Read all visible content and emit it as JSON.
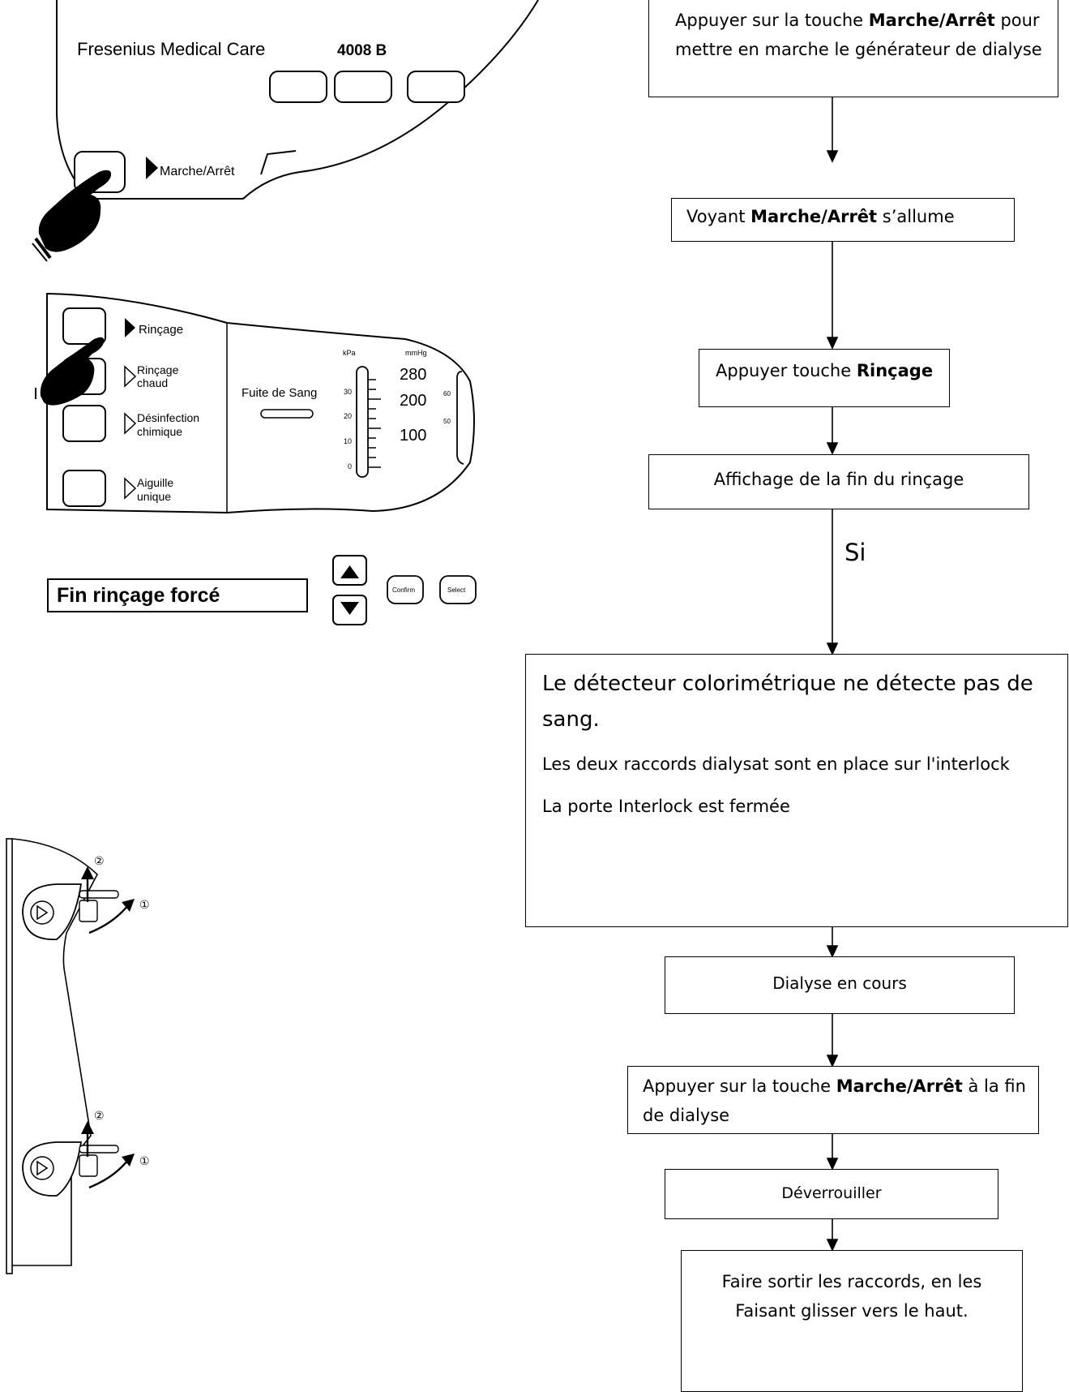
{
  "panel_power": {
    "brand": "Fresenius Medical Care",
    "model": "4008 B",
    "power_label": "Marche/Arrêt"
  },
  "panel_rinse": {
    "rinse": "Rinçage",
    "warm_rinse_1": "Rinçage",
    "warm_rinse_2": "chaud",
    "disinfect_1": "Désinfection",
    "disinfect_2": "chimique",
    "single_needle_1": "Aiguille",
    "single_needle_2": "unique",
    "blood_leak": "Fuite de Sang",
    "unit_kpa": "kPa",
    "unit_mmhg": "mmHg",
    "kpa_ticks": [
      "30",
      "20",
      "10",
      "0"
    ],
    "mmhg_ticks": [
      "280",
      "200",
      "100"
    ],
    "right_ticks": [
      "60",
      "50"
    ]
  },
  "display": {
    "message": "Fin rinçage forcé",
    "confirm_label": "Confirm",
    "select_label": "Select"
  },
  "interlock": {
    "step_1": "①",
    "step_2": "②"
  },
  "flow": {
    "step1": {
      "pre": "Appuyer sur la touche ",
      "bold": "Marche/Arrêt",
      "post": " pour mettre en marche le générateur de dialyse"
    },
    "step2": {
      "pre": "Voyant  ",
      "bold": "Marche/Arrêt",
      "post": " s’allume"
    },
    "step3": {
      "pre": "Appuyer touche ",
      "bold": "Rinçage"
    },
    "step4": "Affichage de la fin du  rinçage",
    "label_si": "Si",
    "step5": {
      "line1": "Le détecteur colorimétrique ne détecte pas de sang.",
      "line2": "Les deux raccords dialysat sont en place sur l'interlock",
      "line3": "La porte Interlock est fermée"
    },
    "step6": "Dialyse en cours",
    "step7": {
      "pre": "Appuyer sur la touche ",
      "bold": "Marche/Arrêt",
      "post": " à la fin de dialyse"
    },
    "step8": "Déverrouiller",
    "step9": {
      "line1": "Faire sortir les raccords, en les",
      "line2": "Faisant  glisser vers le haut."
    }
  }
}
